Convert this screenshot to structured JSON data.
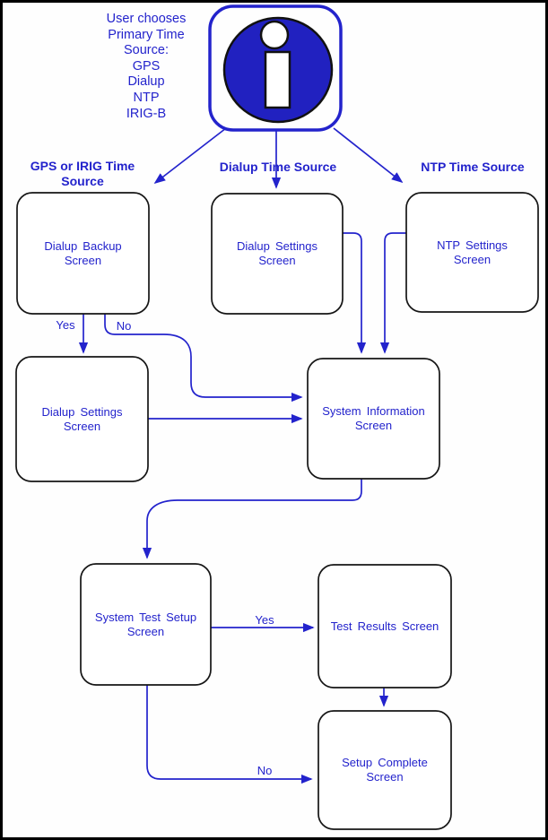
{
  "note": {
    "lines": [
      "User chooses",
      "Primary Time",
      "Source:",
      "GPS",
      "Dialup",
      "NTP",
      "IRIG-B"
    ]
  },
  "headers": {
    "gps": {
      "line1": "GPS or IRIG Time",
      "line2": "Source"
    },
    "dialup": "Dialup Time Source",
    "ntp": "NTP Time Source"
  },
  "nodes": {
    "dialup_backup": {
      "label": "Dialup Backup Screen"
    },
    "dialup_settings_mid": {
      "label": "Dialup Settings Screen"
    },
    "ntp_settings": {
      "label": "NTP Settings Screen"
    },
    "dialup_settings_left": {
      "label": "Dialup Settings Screen"
    },
    "system_information": {
      "label": "System Information Screen"
    },
    "system_test_setup": {
      "label": "System Test Setup Screen"
    },
    "test_results": {
      "label": "Test Results Screen"
    },
    "setup_complete": {
      "label": "Setup Complete Screen"
    }
  },
  "edge_labels": {
    "backup_yes": "Yes",
    "backup_no": "No",
    "test_yes": "Yes",
    "test_no": "No"
  },
  "colors": {
    "accent_blue": "#2323cc",
    "icon_fill": "#2121c0",
    "box_border": "#151515"
  }
}
